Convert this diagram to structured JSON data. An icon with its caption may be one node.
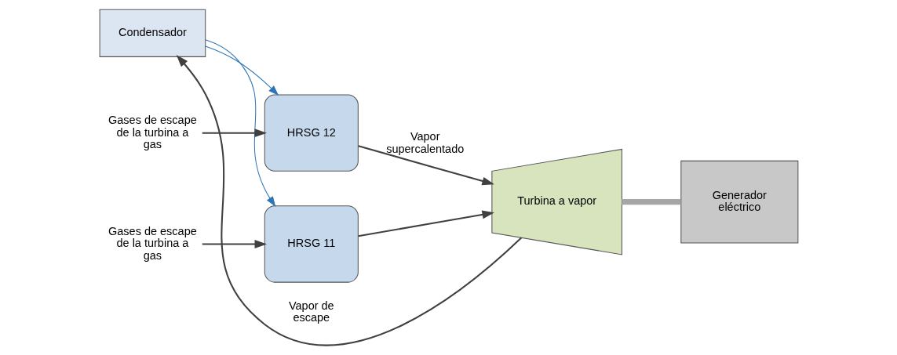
{
  "diagram": {
    "nodes": [
      {
        "text": [
          "Condensador"
        ]
      },
      {
        "text": [
          "Gases de escape de la turbina a gas"
        ]
      },
      {
        "text": [
          "HRSG 11"
        ]
      },
      {
        "text": [
          "Gases de escape de la turbina a gas"
        ]
      },
      {
        "text": [
          "HRSG 12"
        ]
      },
      {
        "text": [
          "Turbina a vapor"
        ]
      },
      {
        "text": [
          "Generador eléctrico"
        ]
      }
    ],
    "edges": [
      {
        "from": 1,
        "to": 2,
        "arrow": "to"
      },
      {
        "from": 3,
        "to": 4,
        "arrow": "to"
      },
      {
        "from": 0,
        "to": 2,
        "arrow": "to",
        "color": "#2e75b6"
      },
      {
        "from": 0,
        "to": 4,
        "arrow": "to",
        "color": "#2e75b6"
      },
      {
        "from": 2,
        "to": 5,
        "arrow": "to"
      },
      {
        "from": 4,
        "to": 5,
        "arrow": "to",
        "label": "Vapor supercalentado"
      },
      {
        "from": 5,
        "to": 0,
        "arrow": "to",
        "label": "Vapor de escape"
      },
      {
        "from": 5,
        "to": 6,
        "arrow": "none",
        "style": "thick",
        "color": "#a6a6a6"
      }
    ]
  }
}
